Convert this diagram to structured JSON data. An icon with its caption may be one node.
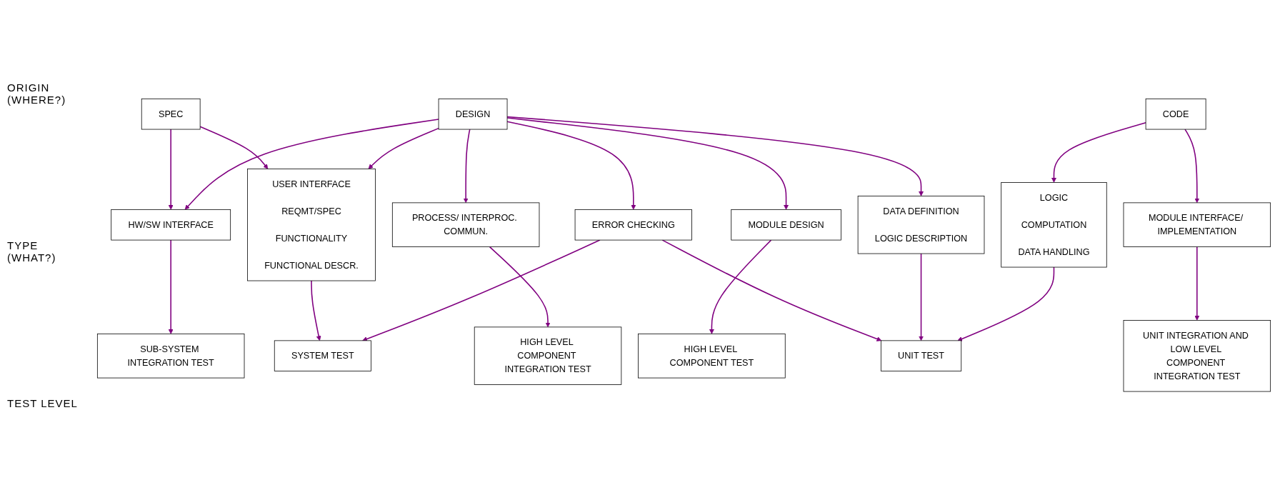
{
  "diagram": {
    "nodes": [
      {
        "text": [
          "SPEC"
        ]
      },
      {
        "text": [
          "DESIGN"
        ]
      },
      {
        "text": [
          "CODE"
        ]
      },
      {
        "text": [
          "HW/SW INTERFACE"
        ]
      },
      {
        "text": [
          "USER INTERFACE",
          "REQMT/SPEC",
          "FUNCTIONALITY",
          "FUNCTIONAL DESCR."
        ]
      },
      {
        "text": [
          "PROCESS/ INTERPROC. COMMUN."
        ]
      },
      {
        "text": [
          "MODULE DESIGN"
        ]
      },
      {
        "text": [
          "ERROR CHECKING"
        ]
      },
      {
        "text": [
          "DATA DEFINITION",
          "LOGIC DESCRIPTION"
        ]
      },
      {
        "text": [
          "LOGIC",
          "COMPUTATION",
          "DATA HANDLING"
        ]
      },
      {
        "text": [
          "MODULE INTERFACE/ IMPLEMENTATION"
        ]
      },
      {
        "text": [
          "SUB-SYSTEM INTEGRATION TEST"
        ]
      },
      {
        "text": [
          "SYSTEM TEST"
        ]
      },
      {
        "text": [
          "HIGH LEVEL COMPONENT INTEGRATION TEST"
        ]
      },
      {
        "text": [
          "HIGH LEVEL COMPONENT TEST"
        ]
      },
      {
        "text": [
          "UNIT TEST"
        ]
      },
      {
        "text": [
          "UNIT INTEGRATION AND LOW LEVEL COMPONENT INTEGRATION TEST"
        ]
      }
    ],
    "edges": [
      {
        "from": 0,
        "to": 3,
        "arrow": "to"
      },
      {
        "from": 0,
        "to": 4,
        "arrow": "to"
      },
      {
        "from": 1,
        "to": 3,
        "arrow": "to"
      },
      {
        "from": 1,
        "to": 4,
        "arrow": "to"
      },
      {
        "from": 1,
        "to": 5,
        "arrow": "to"
      },
      {
        "from": 1,
        "to": 6,
        "arrow": "to"
      },
      {
        "from": 1,
        "to": 7,
        "arrow": "to"
      },
      {
        "from": 1,
        "to": 8,
        "arrow": "to"
      },
      {
        "from": 2,
        "to": 9,
        "arrow": "to"
      },
      {
        "from": 2,
        "to": 10,
        "arrow": "to"
      },
      {
        "from": 3,
        "to": 11,
        "arrow": "to"
      },
      {
        "from": 4,
        "to": 12,
        "arrow": "to"
      },
      {
        "from": 7,
        "to": 12,
        "arrow": "to"
      },
      {
        "from": 5,
        "to": 13,
        "arrow": "to"
      },
      {
        "from": 6,
        "to": 14,
        "arrow": "to"
      },
      {
        "from": 7,
        "to": 15,
        "arrow": "to"
      },
      {
        "from": 8,
        "to": 15,
        "arrow": "to"
      },
      {
        "from": 9,
        "to": 15,
        "arrow": "to"
      },
      {
        "from": 10,
        "to": 16,
        "arrow": "to"
      }
    ],
    "labels": [
      "ORIGIN (WHERE?)",
      "TYPE (WHAT?)",
      "TEST LEVEL"
    ]
  }
}
